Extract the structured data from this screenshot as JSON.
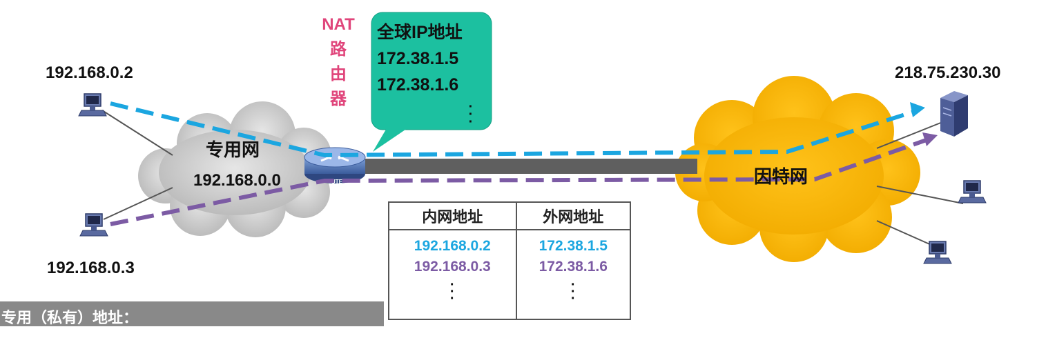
{
  "hosts": {
    "pc_a": "192.168.0.2",
    "pc_b": "192.168.0.3",
    "server": "218.75.230.30"
  },
  "private_network": {
    "name": "专用网",
    "address": "192.168.0.0"
  },
  "internet": {
    "name": "因特网"
  },
  "router": {
    "title": "NAT",
    "title_chars": [
      "路",
      "由",
      "器"
    ]
  },
  "callout": {
    "title": "全球IP地址",
    "addresses": [
      "172.38.1.5",
      "172.38.1.6"
    ]
  },
  "nat_table": {
    "headers": [
      "内网地址",
      "外网地址"
    ],
    "rows": [
      {
        "internal": "192.168.0.2",
        "external": "172.38.1.5"
      },
      {
        "internal": "192.168.0.3",
        "external": "172.38.1.6"
      }
    ]
  },
  "footer": {
    "text": "专用（私有）地址："
  },
  "colors": {
    "flow_a": "#1ba6e0",
    "flow_b": "#7c5ba4",
    "internet_cloud": "#f7b500",
    "private_cloud": "#c8c8c8",
    "callout": "#1cc0a0",
    "nat_title": "#e0457b"
  }
}
